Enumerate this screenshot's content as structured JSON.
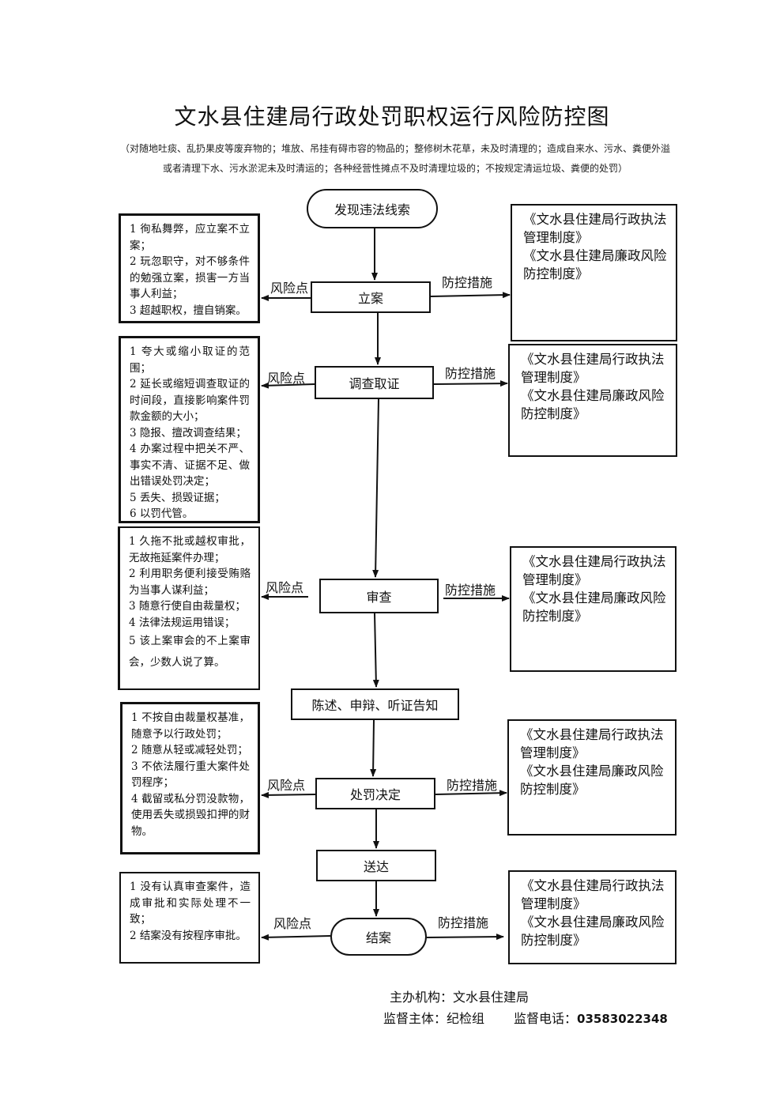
{
  "title": "文水县住建局行政处罚职权运行风险防控图",
  "subtitle": "（对随地吐痰、乱扔果皮等废弃物的；堆放、吊挂有碍市容的物品的；整修树木花草，未及时清理的；造成自来水、污水、粪便外溢或者清理下水、污水淤泥未及时清运的；各种经营性摊点不及时清理垃圾的；不按规定清运垃圾、粪便的处罚）",
  "flow": {
    "start": "发现违法线索",
    "steps": [
      "立案",
      "调查取证",
      "审查",
      "陈述、申辩、听证告知",
      "处罚决定",
      "送达"
    ],
    "end": "结案",
    "risk_label": "风险点",
    "measure_label": "防控措施"
  },
  "risks": {
    "lian": [
      "1 徇私舞弊，应立案不立案；",
      "2 玩忽职守，对不够条件的勉强立案，损害一方当事人利益；",
      "3 超越职权，擅自销案。"
    ],
    "diaocha": [
      "1 夸大或缩小取证的范围；",
      "2 延长或缩短调查取证的时间段，直接影响案件罚款金额的大小；",
      "3 隐报、擅改调查结果；",
      "4 办案过程中把关不严、事实不清、证据不足、做出错误处罚决定；",
      "5 丢失、损毁证据；",
      "6 以罚代管。"
    ],
    "shencha": [
      "1 久拖不批或越权审批，无故拖延案件办理；",
      "2 利用职务便利接受贿赂为当事人谋利益；",
      "3 随意行使自由裁量权；",
      "4 法律法规运用错误；",
      "5 该上案审会的不上案审会，少数人说了算。"
    ],
    "chufa": [
      "1 不按自由裁量权基准，随意予以行政处罚；",
      "2 随意从轻或减轻处罚；",
      "3 不依法履行重大案件处罚程序；",
      "4 截留或私分罚没款物，使用丢失或损毁扣押的财物。"
    ],
    "jiean": [
      "1 没有认真审查案件，造成审批和实际处理不一致；",
      "2 结案没有按程序审批。"
    ]
  },
  "measures": {
    "line1": "《文水县住建局行政执法管理制度》",
    "line2": "《文水县住建局廉政风险防控制度》"
  },
  "footer": {
    "organizer": "主办机构：文水县住建局",
    "supervisor": "监督主体：纪检组",
    "phone_label": "监督电话：",
    "phone": "03583022348"
  }
}
